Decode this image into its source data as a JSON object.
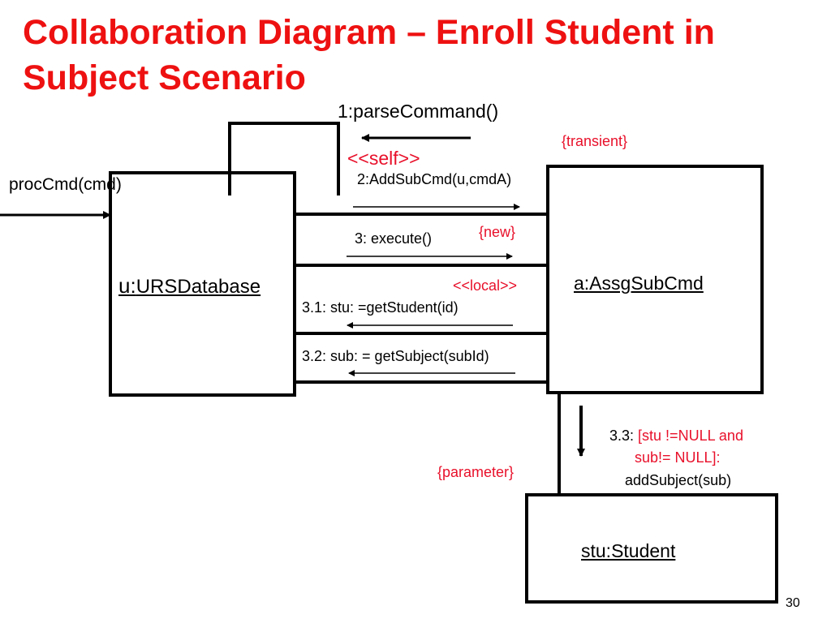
{
  "slide": {
    "title": "Collaboration Diagram – Enroll Student in Subject Scenario",
    "page_number": "30"
  },
  "objects": {
    "urs_database": {
      "prefix": "u:",
      "name": "URSDatabase"
    },
    "assg_sub_cmd": "a:AssgSubCmd",
    "student": "stu:Student"
  },
  "messages": {
    "proc_cmd": "procCmd(cmd)",
    "parse_command": "1:parseCommand()",
    "add_sub_cmd": "2:AddSubCmd(u,cmdA)",
    "execute": "3: execute()",
    "get_student": "3.1: stu: =getStudent(id)",
    "get_subject": "3.2: sub: = getSubject(subId)",
    "add_subject_prefix": "3.3:",
    "add_subject_guard_1": "[stu !=NULL and",
    "add_subject_guard_2": "sub!= NULL]:",
    "add_subject_call": "addSubject(sub)"
  },
  "stereotypes": {
    "self": "<<self>>",
    "transient": "{transient}",
    "new": "{new}",
    "local": "<<local>>",
    "parameter": "{parameter}"
  },
  "colors": {
    "title": "#ee1111",
    "stereotype": "#e8102a",
    "lines": "#000000"
  }
}
